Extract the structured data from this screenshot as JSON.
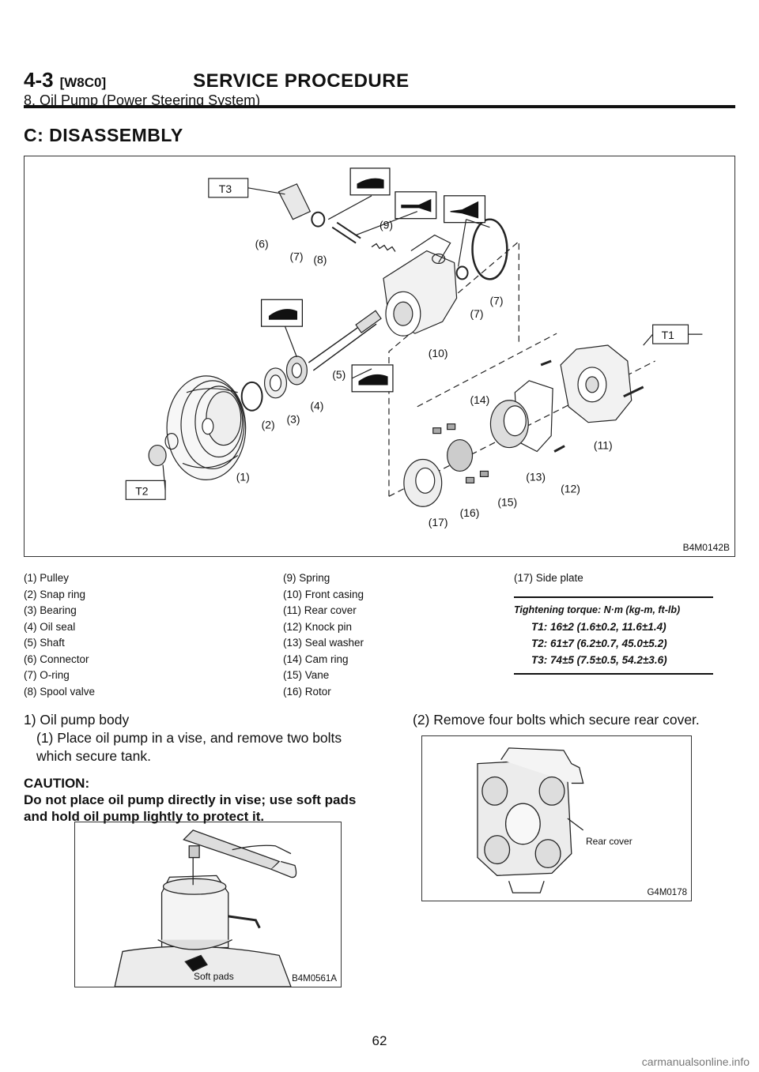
{
  "header": {
    "section_number": "4-3",
    "section_code": "[W8C0]",
    "section_title": "SERVICE PROCEDURE",
    "subtitle": "8. Oil Pump (Power Steering System)"
  },
  "main_title": "C: DISASSEMBLY",
  "figure": {
    "code": "B4M0142B",
    "labels": {
      "t1": "T1",
      "t2": "T2",
      "t3": "T3",
      "p1": "(1)",
      "p2": "(2)",
      "p3": "(3)",
      "p4": "(4)",
      "p5": "(5)",
      "p6": "(6)",
      "p7a": "(7)",
      "p7b": "(7)",
      "p7c": "(7)",
      "p8": "(8)",
      "p9": "(9)",
      "p10": "(10)",
      "p11": "(11)",
      "p12": "(12)",
      "p13": "(13)",
      "p14": "(14)",
      "p15": "(15)",
      "p16": "(16)",
      "p17": "(17)"
    }
  },
  "legend": {
    "col1": [
      "(1) Pulley",
      "(2) Snap ring",
      "(3) Bearing",
      "(4) Oil seal",
      "(5) Shaft",
      "(6) Connector",
      "(7) O-ring",
      "(8) Spool valve"
    ],
    "col2": [
      "(9) Spring",
      "(10) Front casing",
      "(11) Rear cover",
      "(12) Knock pin",
      "(13) Seal washer",
      "(14) Cam ring",
      "(15) Vane",
      "(16) Rotor"
    ],
    "col3": [
      "(17) Side plate"
    ]
  },
  "torque": {
    "title": "Tightening torque: N·m (kg-m, ft-lb)",
    "rows": [
      "T1: 16±2 (1.6±0.2, 11.6±1.4)",
      "T2: 61±7 (6.2±0.7, 45.0±5.2)",
      "T3: 74±5 (7.5±0.5, 54.2±3.6)"
    ]
  },
  "steps": {
    "step1_heading": "1) Oil pump body",
    "step1_sub": "(1) Place oil pump in a vise, and remove two bolts which secure tank.",
    "caution_label": "CAUTION:",
    "caution_text": "Do not place oil pump directly in vise; use soft pads and hold oil pump lightly to protect it.",
    "step2": "(2) Remove four bolts which secure rear cover."
  },
  "photo1": {
    "code": "B4M0561A",
    "label": "Soft pads"
  },
  "photo2": {
    "code": "G4M0178",
    "label": "Rear cover"
  },
  "page_number": "62",
  "watermark": "carmanualsonline.info"
}
